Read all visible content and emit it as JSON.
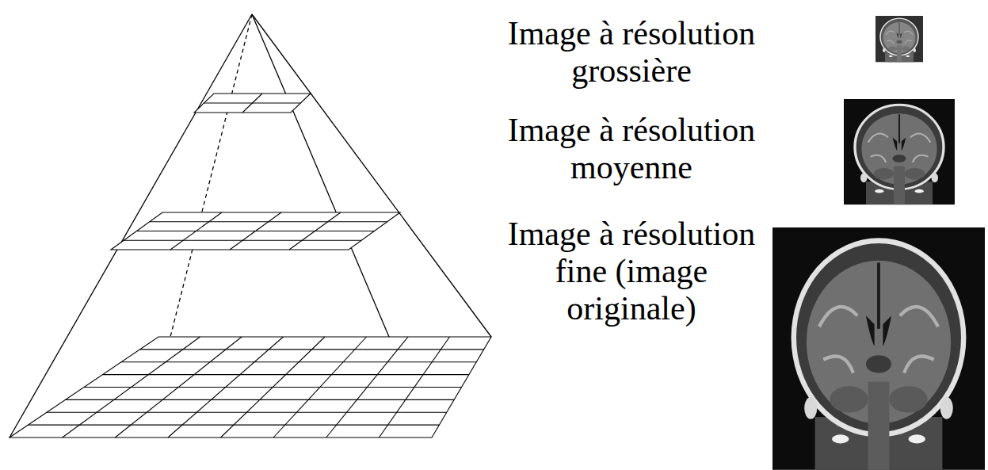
{
  "diagram": {
    "labels": [
      "Image à résolution grossière",
      "Image à résolution moyenne",
      "Image à résolution fine (image originale)"
    ]
  }
}
